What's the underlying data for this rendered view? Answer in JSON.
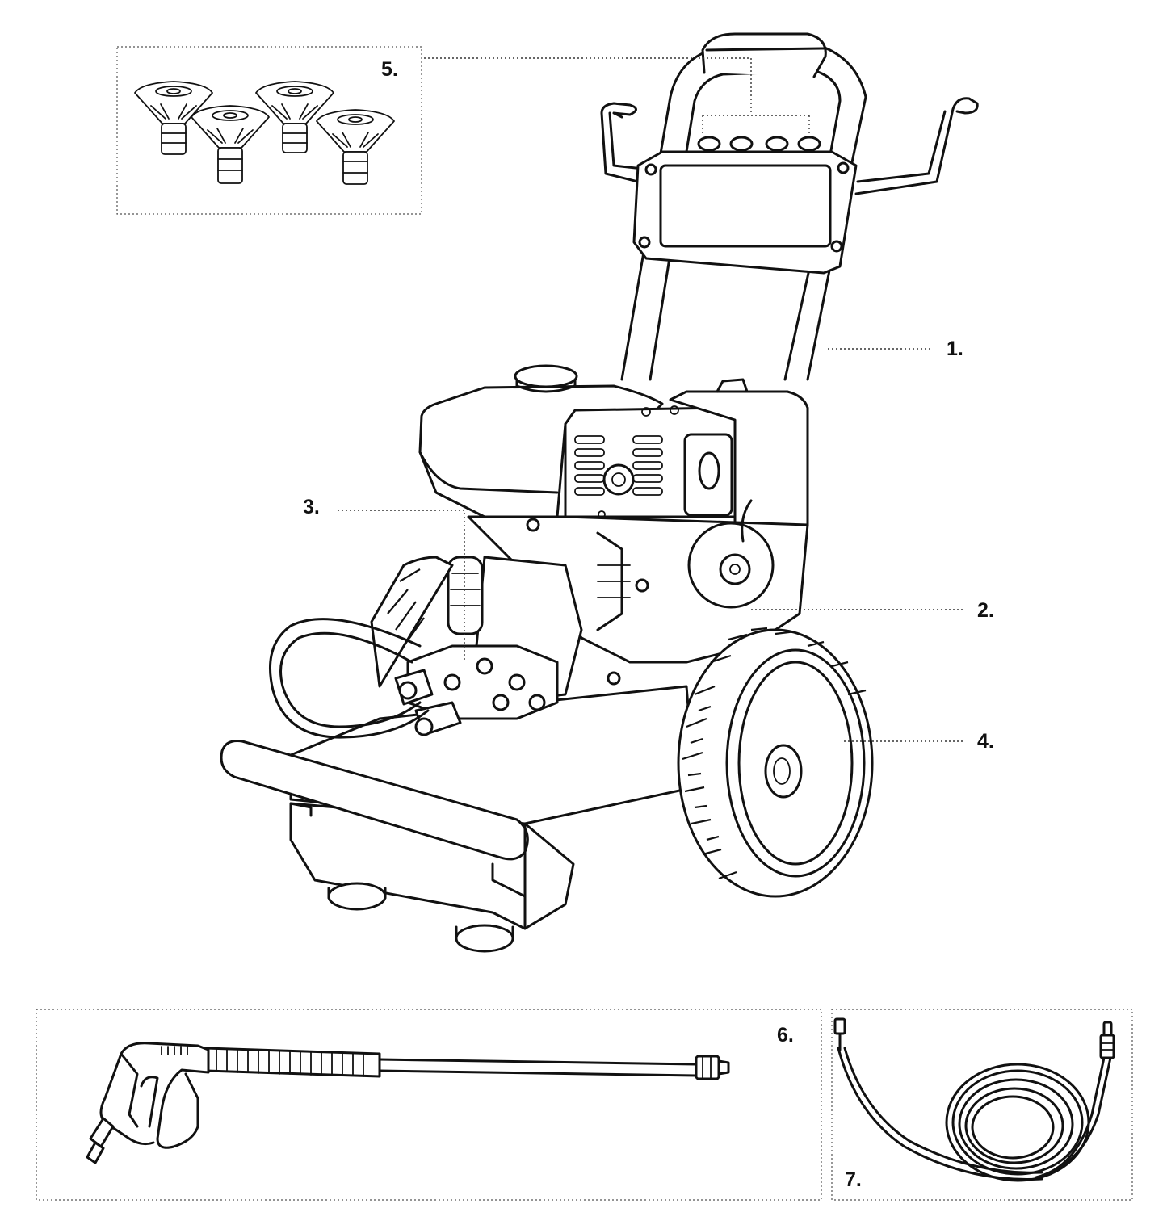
{
  "diagram": {
    "callouts": [
      {
        "id": "1",
        "label": "1."
      },
      {
        "id": "2",
        "label": "2."
      },
      {
        "id": "3",
        "label": "3."
      },
      {
        "id": "4",
        "label": "4."
      },
      {
        "id": "5",
        "label": "5."
      },
      {
        "id": "6",
        "label": "6."
      },
      {
        "id": "7",
        "label": "7."
      }
    ]
  }
}
